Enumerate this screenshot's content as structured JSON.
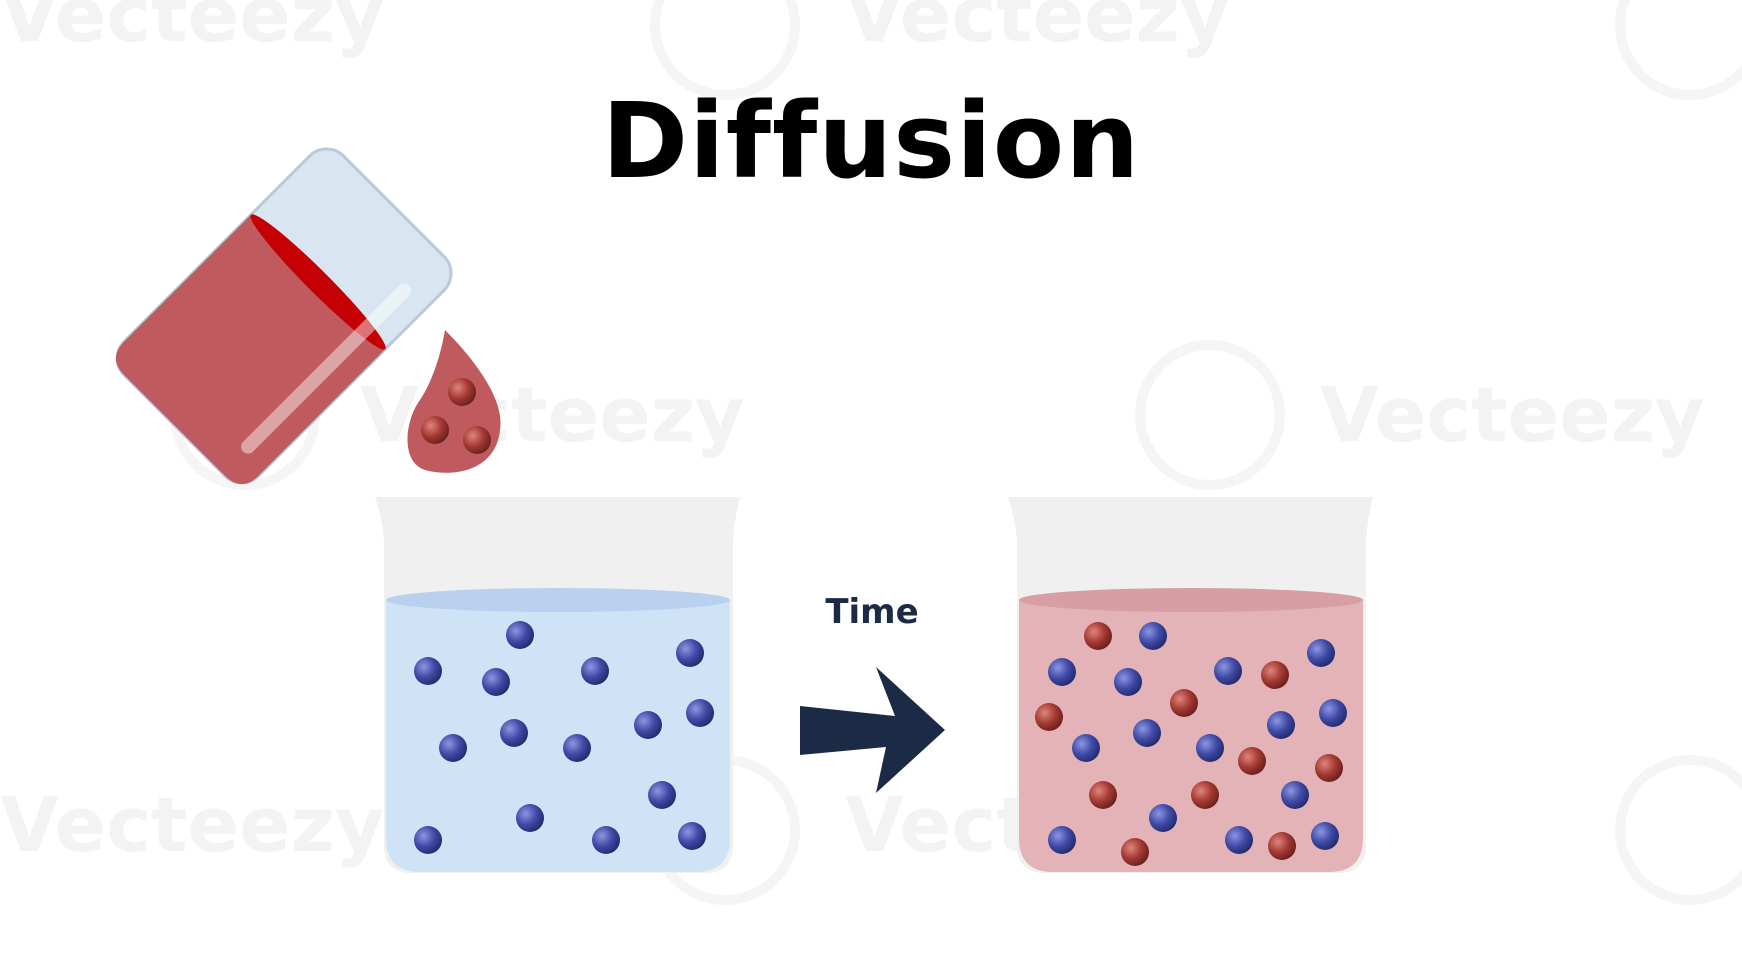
{
  "title": "Diffusion",
  "arrow_label": "Time",
  "watermark": "Vecteezy",
  "colors": {
    "solute_particle": "#a33a33",
    "solvent_particle": "#3f4aa6",
    "pouring_liquid": "#bf5a5f",
    "water": "#cfe3f6",
    "mixed_solution": "#e4b3b8",
    "arrow": "#1c2b45"
  }
}
